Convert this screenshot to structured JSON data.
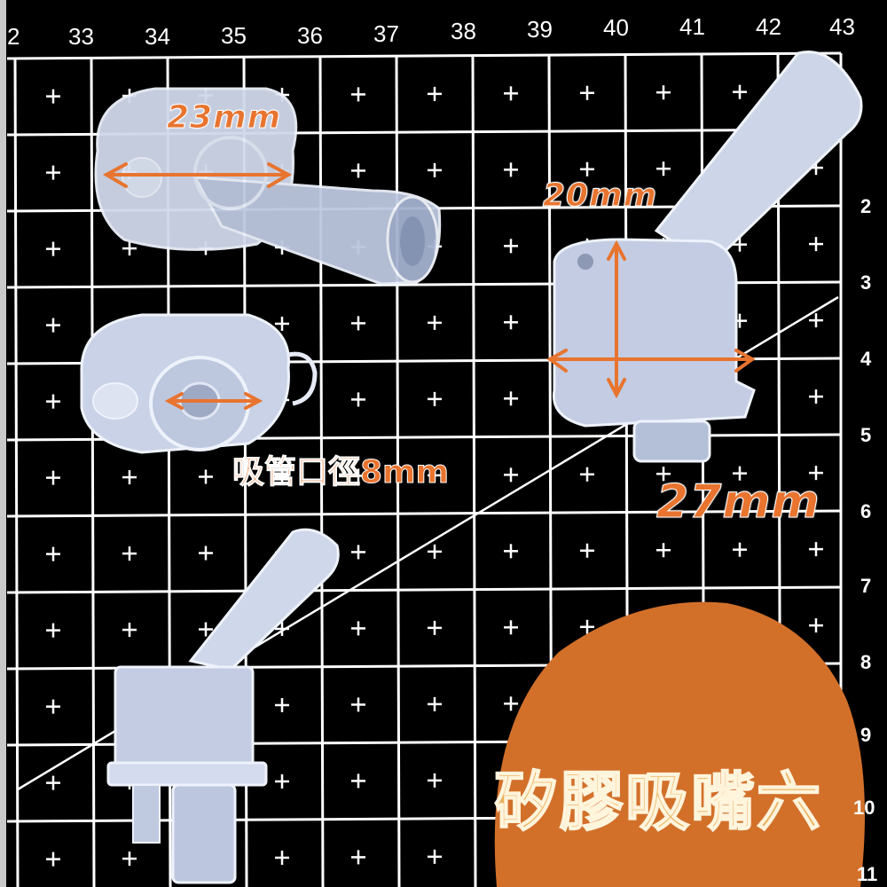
{
  "image": {
    "type": "product-photo",
    "subject": "silicone straw mouthpiece parts on cutting mat",
    "background_color": "#000000",
    "grid_color": "#ffffff",
    "accent_color": "#e8742f",
    "badge_color": "#d2702a"
  },
  "ruler": {
    "top_labels": [
      "2",
      "33",
      "34",
      "35",
      "36",
      "37",
      "38",
      "39",
      "40",
      "41",
      "42",
      "43"
    ],
    "side_labels": [
      "2",
      "3",
      "4",
      "5",
      "6",
      "7",
      "8",
      "9",
      "10",
      "11"
    ]
  },
  "annotations": {
    "width_top_left": "23mm",
    "height_right": "20mm",
    "width_right": "27mm",
    "straw_diameter": "吸管口徑8mm"
  },
  "badge": {
    "title": "矽膠吸嘴六"
  }
}
